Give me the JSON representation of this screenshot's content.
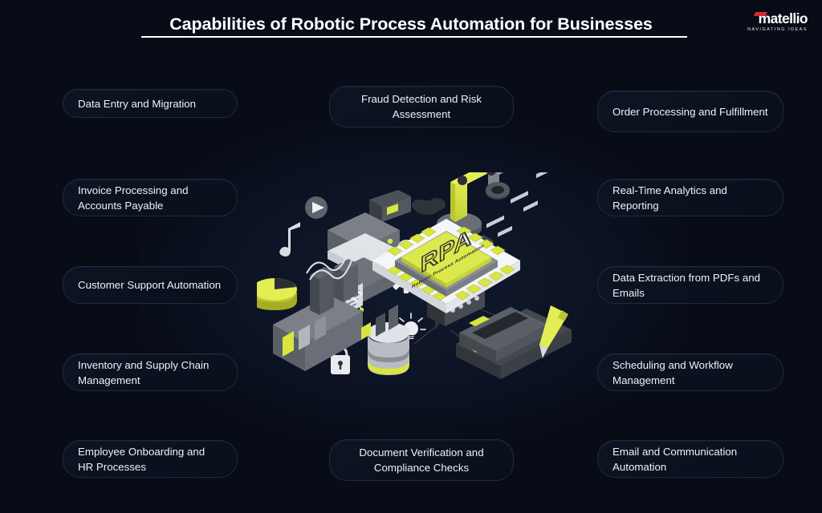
{
  "header": {
    "title": "Capabilities of Robotic Process Automation for Businesses"
  },
  "logo": {
    "wordmark": "matellio",
    "tagline": "NAVIGATING IDEAS",
    "accent_color": "#d32b2b"
  },
  "theme": {
    "background": "#080c17",
    "pill_border": "#1f2b40",
    "text": "#eef2f8",
    "accent_yellow": "#d8e63f",
    "illustration_white": "#f2f4f6",
    "illustration_gray": "#6d7178",
    "illustration_dark": "#3a3d44"
  },
  "capabilities": {
    "left": [
      {
        "label": "Data Entry and Migration"
      },
      {
        "label": "Invoice Processing and Accounts Payable"
      },
      {
        "label": "Customer Support Automation"
      },
      {
        "label": "Inventory and Supply Chain Management"
      },
      {
        "label": "Employee Onboarding and HR Processes"
      }
    ],
    "center": [
      {
        "label": "Fraud Detection and Risk Assessment"
      },
      {
        "label": "Document Verification and Compliance Checks"
      }
    ],
    "right": [
      {
        "label": "Order Processing and Fulfillment"
      },
      {
        "label": "Real-Time Analytics and Reporting"
      },
      {
        "label": "Data Extraction from PDFs and Emails"
      },
      {
        "label": "Scheduling and Workflow Management"
      },
      {
        "label": "Email and Communication Automation"
      }
    ]
  },
  "illustration": {
    "chip_label": "RPA",
    "chip_sublabel": "Robotic Process Automation",
    "elements": [
      "cpu-chip",
      "robotic-arm",
      "server-stack",
      "database-cylinder",
      "padlock",
      "gear",
      "lightbulb",
      "wifi",
      "chat-bubble",
      "checklist",
      "pie-chart",
      "bar-chart",
      "line-graph",
      "dashboard-panel",
      "tablet",
      "pencil",
      "music-note",
      "play-button",
      "email",
      "document",
      "cloud",
      "target"
    ]
  }
}
